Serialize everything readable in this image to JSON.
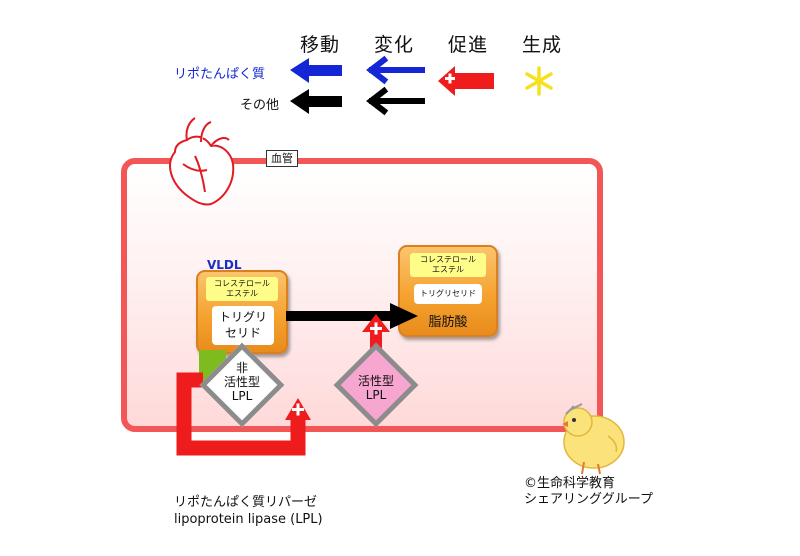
{
  "header": {
    "col1": "移動",
    "col2": "変化",
    "col3": "促進",
    "col4": "生成"
  },
  "legend": {
    "row1": "リポたんぱく質",
    "row2": "その他"
  },
  "vessel": {
    "label": "血管"
  },
  "vldl": {
    "title": "VLDL",
    "ester": [
      "コレステロール",
      "エステル"
    ],
    "tg": [
      "トリグリ",
      "セリド"
    ]
  },
  "target": {
    "ester": [
      "コレステロール",
      "エステル"
    ],
    "tg": "トリグリセリド",
    "product": "脂肪酸"
  },
  "inactive_lpl": [
    "非",
    "活性型",
    "LPL"
  ],
  "active_lpl": [
    "活性型",
    "LPL"
  ],
  "caption": {
    "line1": "リポたんぱく質リパーゼ",
    "line2": "lipoprotein lipase (LPL)"
  },
  "credit": {
    "line1": "©生命科学教育",
    "line2": "シェアリンググループ"
  },
  "colors": {
    "lipoprotein_arrow": "#1426d6",
    "other_arrow": "#000000",
    "promote_arrow": "#ee1c1c",
    "vessel_border": "#f25656",
    "inactive_diamond_fill": "#ffffff",
    "active_diamond_fill": "#f7a6d0",
    "generate_star": "#f5e11c"
  },
  "icons": {
    "heart": "heart-outline-icon",
    "star": "asterisk-star-icon",
    "chick": "chick-mascot-icon"
  }
}
